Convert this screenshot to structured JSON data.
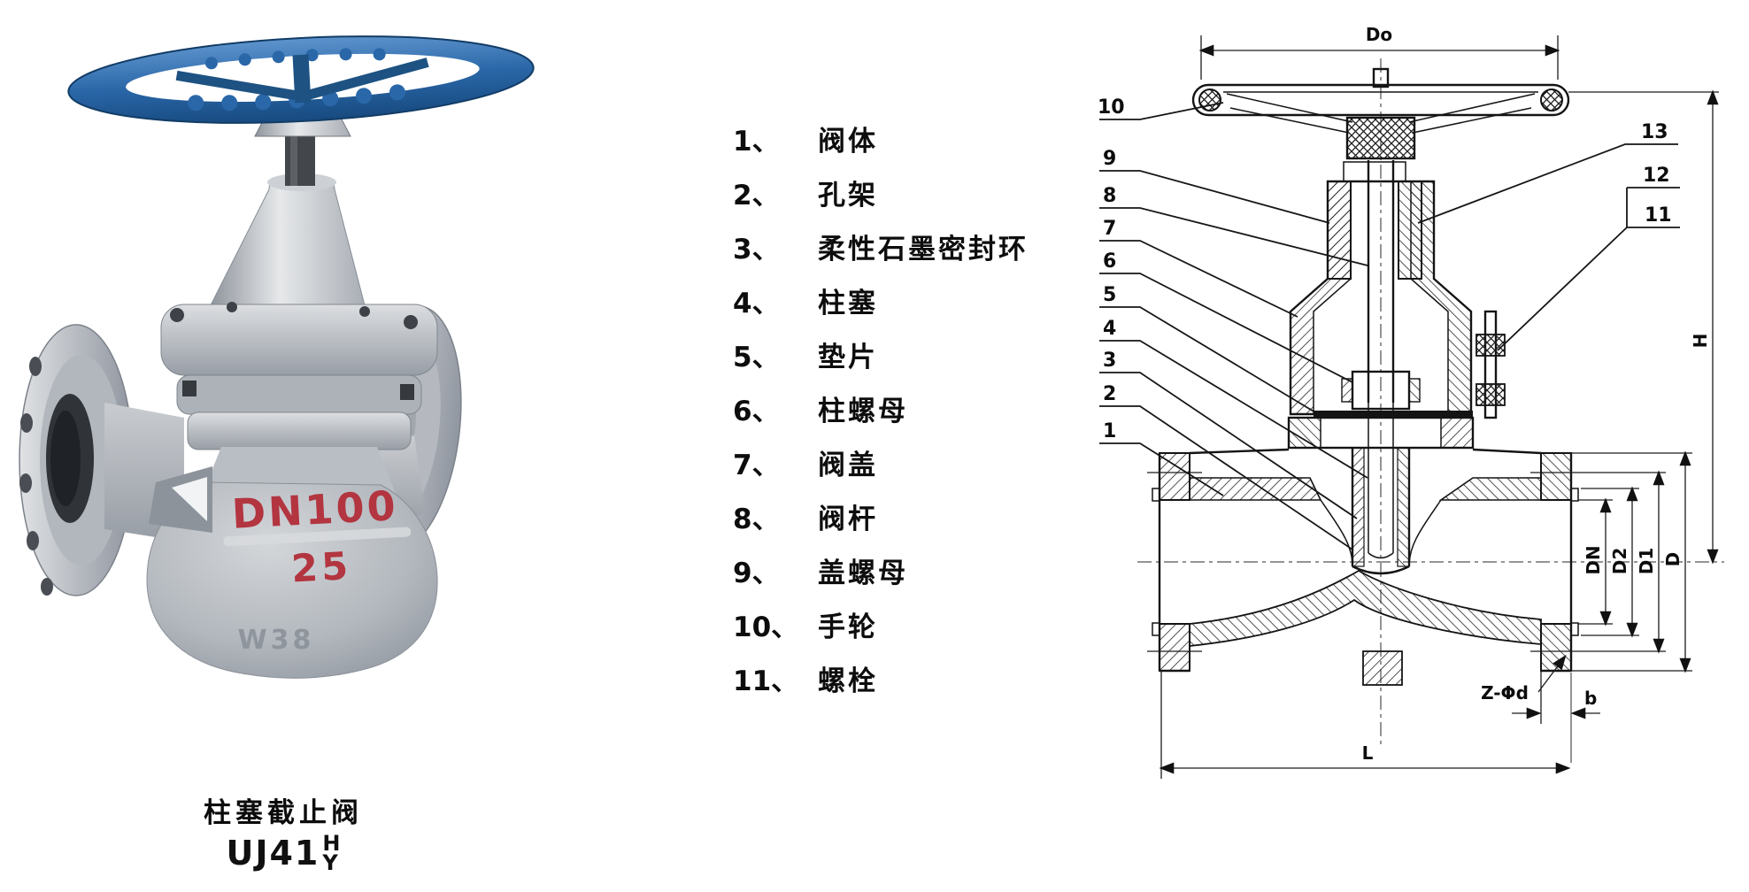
{
  "photo": {
    "body_marking_size": "DN100",
    "body_marking_pressure": "25",
    "cast_mark": "W38",
    "caption_title": "柱塞截止阀",
    "model_prefix": "UJ41",
    "model_letter_top": "H",
    "model_letter_bottom": "Y"
  },
  "parts_list": {
    "items": [
      {
        "num": "1、",
        "label": "阀体"
      },
      {
        "num": "2、",
        "label": "孔架"
      },
      {
        "num": "3、",
        "label": "柔性石墨密封环"
      },
      {
        "num": "4、",
        "label": "柱塞"
      },
      {
        "num": "5、",
        "label": "垫片"
      },
      {
        "num": "6、",
        "label": "柱螺母"
      },
      {
        "num": "7、",
        "label": "阀盖"
      },
      {
        "num": "8、",
        "label": "阀杆"
      },
      {
        "num": "9、",
        "label": "盖螺母"
      },
      {
        "num": "10、",
        "label": "手轮"
      },
      {
        "num": "11、",
        "label": "螺栓"
      }
    ]
  },
  "diagram": {
    "callouts_left": [
      "10",
      "9",
      "8",
      "7",
      "6",
      "5",
      "4",
      "3",
      "2",
      "1"
    ],
    "callouts_right": [
      "13",
      "12",
      "11"
    ],
    "dims": {
      "handwheel_diameter": "Do",
      "height": "H",
      "nominal_bore": "DN",
      "raised_face": "D2",
      "bolt_circle": "D1",
      "flange_od": "D",
      "bolt_holes": "Z-Φd",
      "flange_thickness": "b",
      "face_to_face": "L"
    }
  },
  "colors": {
    "handwheel_blue": "#2e6cb0",
    "handwheel_blue_dark": "#1b4d85",
    "body_gray": "#b7bcc2",
    "marking_red": "#b23540",
    "drawing_line": "#141414"
  }
}
